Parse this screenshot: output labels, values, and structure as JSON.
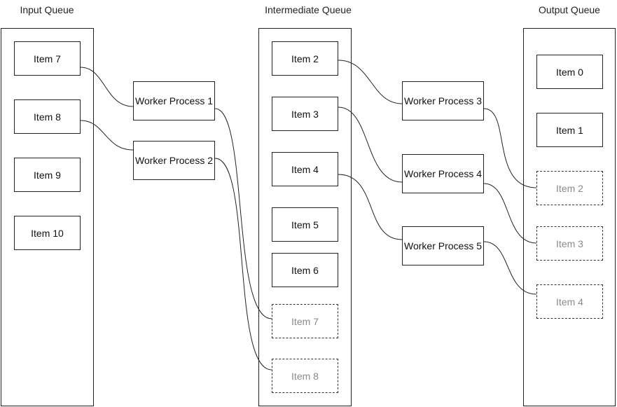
{
  "titles": {
    "input": "Input Queue",
    "intermediate": "Intermediate Queue",
    "output": "Output Queue"
  },
  "input_items": [
    "Item 7",
    "Item 8",
    "Item 9",
    "Item 10"
  ],
  "workers_stage1": [
    "Worker Process 1",
    "Worker Process 2"
  ],
  "intermediate_items": [
    "Item 2",
    "Item 3",
    "Item 4",
    "Item 5",
    "Item 6"
  ],
  "intermediate_pending": [
    "Item 7",
    "Item 8"
  ],
  "workers_stage2": [
    "Worker Process 3",
    "Worker Process 4",
    "Worker Process 5"
  ],
  "output_items": [
    "Item 0",
    "Item 1"
  ],
  "output_pending": [
    "Item 2",
    "Item 3",
    "Item 4"
  ]
}
